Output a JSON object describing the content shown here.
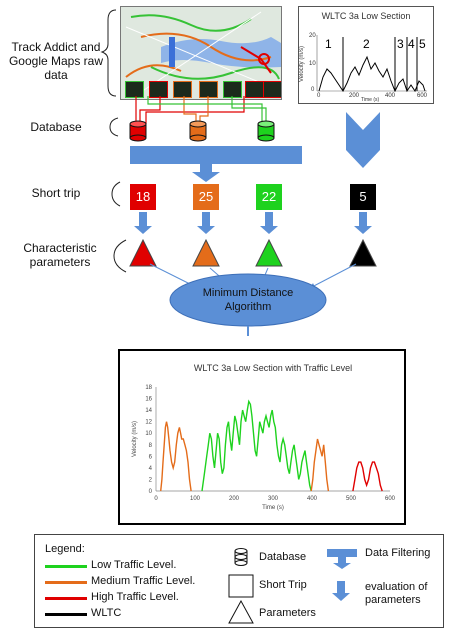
{
  "labels": {
    "raw_data": "Track Addict and Google Maps raw data",
    "database": "Database",
    "short_trip": "Short trip",
    "characteristic": "Characteristic parameters",
    "algorithm": "Minimum Distance Algorithm"
  },
  "trips": [
    {
      "value": "18",
      "color": "#e00000"
    },
    {
      "value": "25",
      "color": "#e46c1a"
    },
    {
      "value": "22",
      "color": "#1ed21e"
    },
    {
      "value": "5",
      "color": "#000000"
    }
  ],
  "small_chart": {
    "title": "WLTC 3a Low Section",
    "ylabel": "Velocity (m/s)",
    "xlabel": "Time (s)",
    "xticks": [
      "0",
      "200",
      "400",
      "600"
    ],
    "yticks": [
      "0",
      "5",
      "10",
      "15",
      "20"
    ],
    "segments": [
      "1",
      "2",
      "3",
      "4",
      "5"
    ]
  },
  "chart_data": {
    "type": "line",
    "title": "WLTC 3a Low Section with Traffic Level",
    "xlabel": "Time (s)",
    "ylabel": "Velocity (m/s)",
    "xlim": [
      0,
      600
    ],
    "ylim": [
      0,
      18
    ],
    "xticks": [
      "0",
      "100",
      "200",
      "300",
      "400",
      "500",
      "600"
    ],
    "yticks": [
      "0",
      "2",
      "4",
      "6",
      "8",
      "10",
      "12",
      "14",
      "16",
      "18"
    ],
    "series": [
      {
        "color": "#e46c1a",
        "x": [
          12,
          15,
          18,
          21,
          24,
          27,
          30,
          33,
          36,
          40,
          44,
          48,
          52,
          56,
          60,
          63,
          66,
          70,
          74,
          78,
          82,
          86,
          90
        ],
        "y": [
          0,
          2,
          5,
          8,
          11,
          12,
          11,
          9,
          7,
          5,
          4,
          5,
          8,
          10,
          11,
          10,
          9,
          9,
          8,
          7,
          5,
          2,
          0
        ]
      },
      {
        "color": "#1ed21e",
        "x": [
          118,
          124,
          130,
          134,
          138,
          142,
          146,
          150,
          154,
          158,
          162,
          166,
          170,
          174,
          178,
          182,
          186,
          190,
          194,
          198,
          202,
          206,
          210,
          214,
          218,
          222,
          226,
          230,
          234,
          238,
          242,
          246,
          250,
          254,
          258,
          262,
          266,
          270,
          274,
          278,
          282,
          286,
          290,
          294,
          298,
          302,
          306,
          310,
          314,
          318,
          322,
          326,
          330,
          334,
          338,
          342,
          346,
          350,
          354,
          358,
          362,
          366,
          370,
          374,
          378,
          382,
          386,
          390,
          394,
          398
        ],
        "y": [
          0,
          3,
          6,
          8,
          10,
          9,
          6,
          4,
          7,
          10,
          9,
          5,
          3,
          4,
          8,
          11,
          12,
          9,
          7,
          10,
          13,
          12,
          10,
          8,
          12,
          14,
          13,
          12,
          14,
          15.5,
          15,
          13,
          10,
          7,
          6,
          9,
          12,
          11,
          10,
          12,
          13,
          12,
          11,
          13,
          14,
          12,
          11,
          8,
          6,
          5,
          8,
          9,
          8,
          6,
          4,
          3,
          5,
          7,
          8,
          6,
          4,
          2,
          3,
          5,
          6,
          7,
          5,
          3,
          1,
          0
        ]
      },
      {
        "color": "#e46c1a",
        "x": [
          398,
          402,
          406,
          410,
          414,
          418,
          422,
          426,
          430,
          434,
          438,
          442
        ],
        "y": [
          0,
          2,
          5,
          7,
          9,
          8,
          7,
          6,
          8,
          5,
          2,
          0
        ]
      },
      {
        "color": "#e00000",
        "x": [
          505,
          510,
          515,
          520,
          525,
          530,
          535,
          540,
          545,
          550,
          555,
          560,
          565,
          570,
          575,
          580
        ],
        "y": [
          0,
          2,
          4,
          5,
          5,
          4,
          2,
          1,
          2,
          4,
          5,
          5,
          4,
          3,
          1,
          0
        ]
      }
    ]
  },
  "legend": {
    "title": "Legend:",
    "low": "Low Traffic Level.",
    "medium": "Medium Traffic Level.",
    "high": "High Traffic Level.",
    "wltc": "WLTC",
    "database": "Database",
    "short_trip": "Short Trip",
    "parameters": "Parameters",
    "data_filtering": "Data Filtering",
    "evaluation": "evaluation of parameters",
    "color_low": "#1ed21e",
    "color_medium": "#e46c1a",
    "color_high": "#e00000",
    "color_wltc": "#000000",
    "color_flow": "#5b8fd6"
  }
}
